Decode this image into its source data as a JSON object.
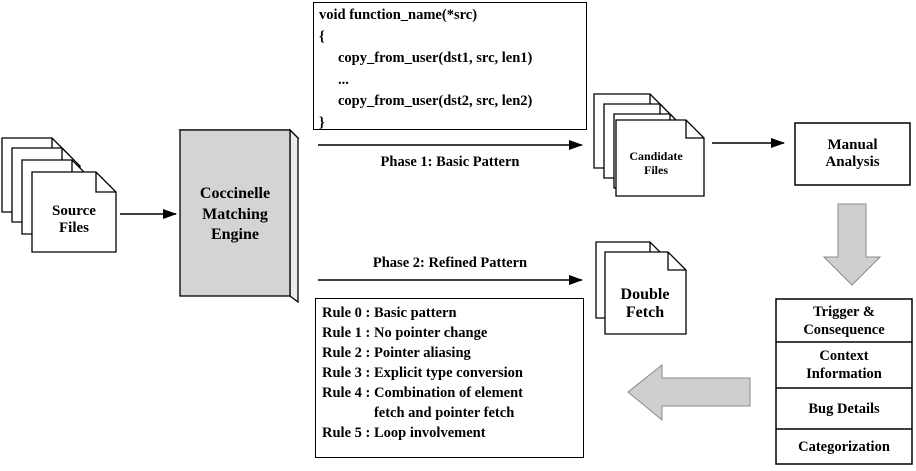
{
  "source_files": {
    "label_line1": "Source",
    "label_line2": "Files"
  },
  "engine": {
    "line1": "Coccinelle",
    "line2": "Matching",
    "line3": "Engine"
  },
  "code_box": {
    "lines": [
      "void function_name(*src)",
      "{",
      "copy_from_user(dst1, src, len1)",
      "...",
      "copy_from_user(dst2, src, len2)",
      "}"
    ]
  },
  "phase1": {
    "label": "Phase 1: Basic Pattern"
  },
  "phase2": {
    "label": "Phase 2: Refined Pattern"
  },
  "candidate_files": {
    "line1": "Candidate",
    "line2": "Files"
  },
  "manual_analysis": {
    "line1": "Manual",
    "line2": "Analysis"
  },
  "double_fetch": {
    "line1": "Double",
    "line2": "Fetch"
  },
  "rules": [
    {
      "id": "Rule 0 :",
      "text": "Basic pattern"
    },
    {
      "id": "Rule 1 :",
      "text": "No pointer change"
    },
    {
      "id": "Rule 2 :",
      "text": "Pointer aliasing"
    },
    {
      "id": "Rule 3 :",
      "text": "Explicit type conversion"
    },
    {
      "id": "Rule 4 :",
      "text": "Combination of element\nfetch and pointer fetch"
    },
    {
      "id": "Rule 5 :",
      "text": "Loop involvement"
    }
  ],
  "categories": {
    "trigger_line1": "Trigger &",
    "trigger_line2": "Consequence",
    "context_line1": "Context",
    "context_line2": "Information",
    "bug_details": "Bug Details",
    "categorization": "Categorization"
  },
  "colors": {
    "engine_fill": "#d4d4d4",
    "engine_side": "#ececec",
    "block_arrow": "#cfcfcf"
  }
}
